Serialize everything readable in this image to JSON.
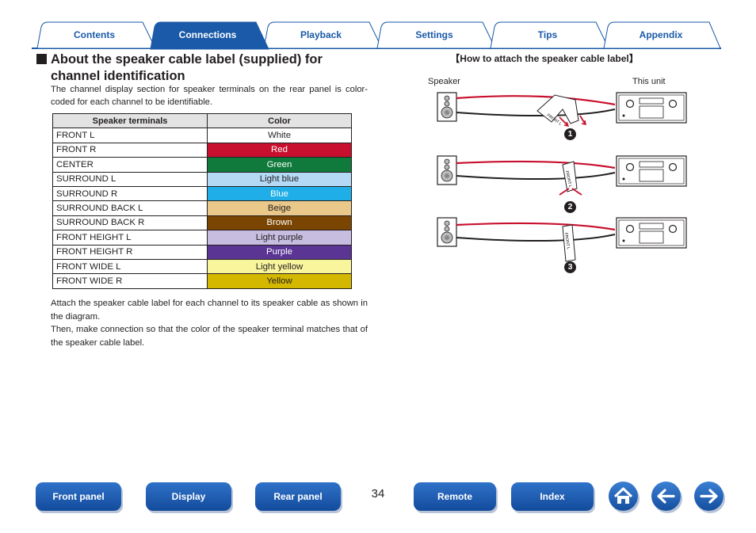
{
  "tabs": [
    {
      "label": "Contents",
      "active": false
    },
    {
      "label": "Connections",
      "active": true
    },
    {
      "label": "Playback",
      "active": false
    },
    {
      "label": "Settings",
      "active": false
    },
    {
      "label": "Tips",
      "active": false
    },
    {
      "label": "Appendix",
      "active": false
    }
  ],
  "section": {
    "title_line1": "About the speaker cable label (supplied) for",
    "title_line2": "channel identification",
    "intro": "The channel display section for speaker terminals on the rear panel is color-coded for each channel to be identifiable."
  },
  "table": {
    "headers": [
      "Speaker terminals",
      "Color"
    ],
    "rows": [
      {
        "terminal": "FRONT L",
        "color": "White",
        "bg": "#ffffff",
        "fg": "#231f20"
      },
      {
        "terminal": "FRONT R",
        "color": "Red",
        "bg": "#c8102e",
        "fg": "#ffffff"
      },
      {
        "terminal": "CENTER",
        "color": "Green",
        "bg": "#0f7a3b",
        "fg": "#ffffff"
      },
      {
        "terminal": "SURROUND L",
        "color": "Light blue",
        "bg": "#b3d9f5",
        "fg": "#231f20"
      },
      {
        "terminal": "SURROUND R",
        "color": "Blue",
        "bg": "#1faee8",
        "fg": "#ffffff"
      },
      {
        "terminal": "SURROUND BACK L",
        "color": "Beige",
        "bg": "#eac889",
        "fg": "#231f20"
      },
      {
        "terminal": "SURROUND BACK R",
        "color": "Brown",
        "bg": "#7a4500",
        "fg": "#ffffff"
      },
      {
        "terminal": "FRONT HEIGHT L",
        "color": "Light purple",
        "bg": "#c7bde0",
        "fg": "#231f20"
      },
      {
        "terminal": "FRONT HEIGHT R",
        "color": "Purple",
        "bg": "#5a3594",
        "fg": "#ffffff"
      },
      {
        "terminal": "FRONT WIDE L",
        "color": "Light yellow",
        "bg": "#f9f59d",
        "fg": "#231f20"
      },
      {
        "terminal": "FRONT WIDE R",
        "color": "Yellow",
        "bg": "#d4b800",
        "fg": "#231f20"
      }
    ]
  },
  "after_text": {
    "p1": "Attach the speaker cable label for each channel to its speaker cable as shown in the diagram.",
    "p2": "Then, make connection so that the color of the speaker terminal matches that of the speaker cable label."
  },
  "diagram": {
    "title": "【How to attach the speaker cable label】",
    "speaker_label": "Speaker",
    "unit_label": "This unit",
    "steps": [
      "1",
      "2",
      "3"
    ],
    "label_text": "FRONT L"
  },
  "nav": {
    "front_panel": "Front panel",
    "display": "Display",
    "rear_panel": "Rear panel",
    "remote": "Remote",
    "index": "Index",
    "page": "34",
    "icons": [
      "home-icon",
      "back-arrow-icon",
      "forward-arrow-icon"
    ]
  },
  "colors": {
    "accent": "#1a5aa8",
    "tab_active": "#1a5aa8",
    "nav_button": "#1f5fb4"
  }
}
